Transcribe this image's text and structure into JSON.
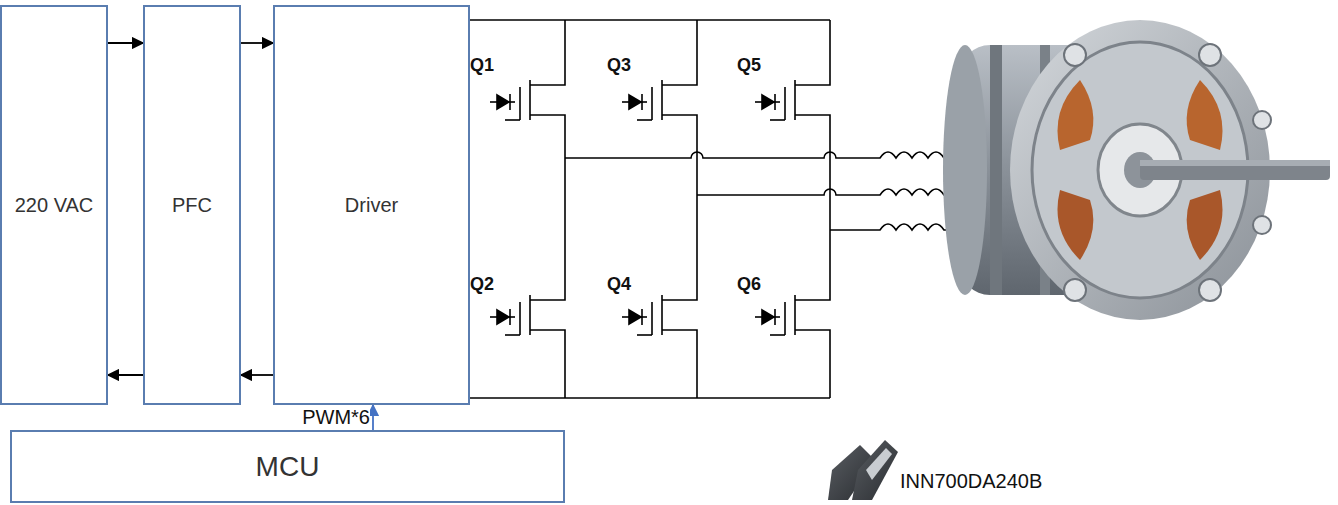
{
  "diagram": {
    "nodes": [
      {
        "text": [
          "220 VAC"
        ]
      },
      {
        "text": [
          "PFC"
        ]
      },
      {
        "text": [
          "Driver"
        ]
      },
      {
        "text": [
          "MCU"
        ]
      }
    ],
    "edges": [
      {
        "from": 0,
        "to": 1,
        "arrow": "to"
      },
      {
        "from": 1,
        "to": 2,
        "arrow": "to"
      },
      {
        "from": 1,
        "to": 0,
        "arrow": "to"
      },
      {
        "from": 2,
        "to": 1,
        "arrow": "to"
      },
      {
        "from": 3,
        "to": 2,
        "arrow": "to",
        "label": "PWM*6"
      }
    ],
    "labels": [
      "Q1",
      "Q3",
      "Q5",
      "Q2",
      "Q4",
      "Q6",
      "INN700DA240B"
    ]
  }
}
